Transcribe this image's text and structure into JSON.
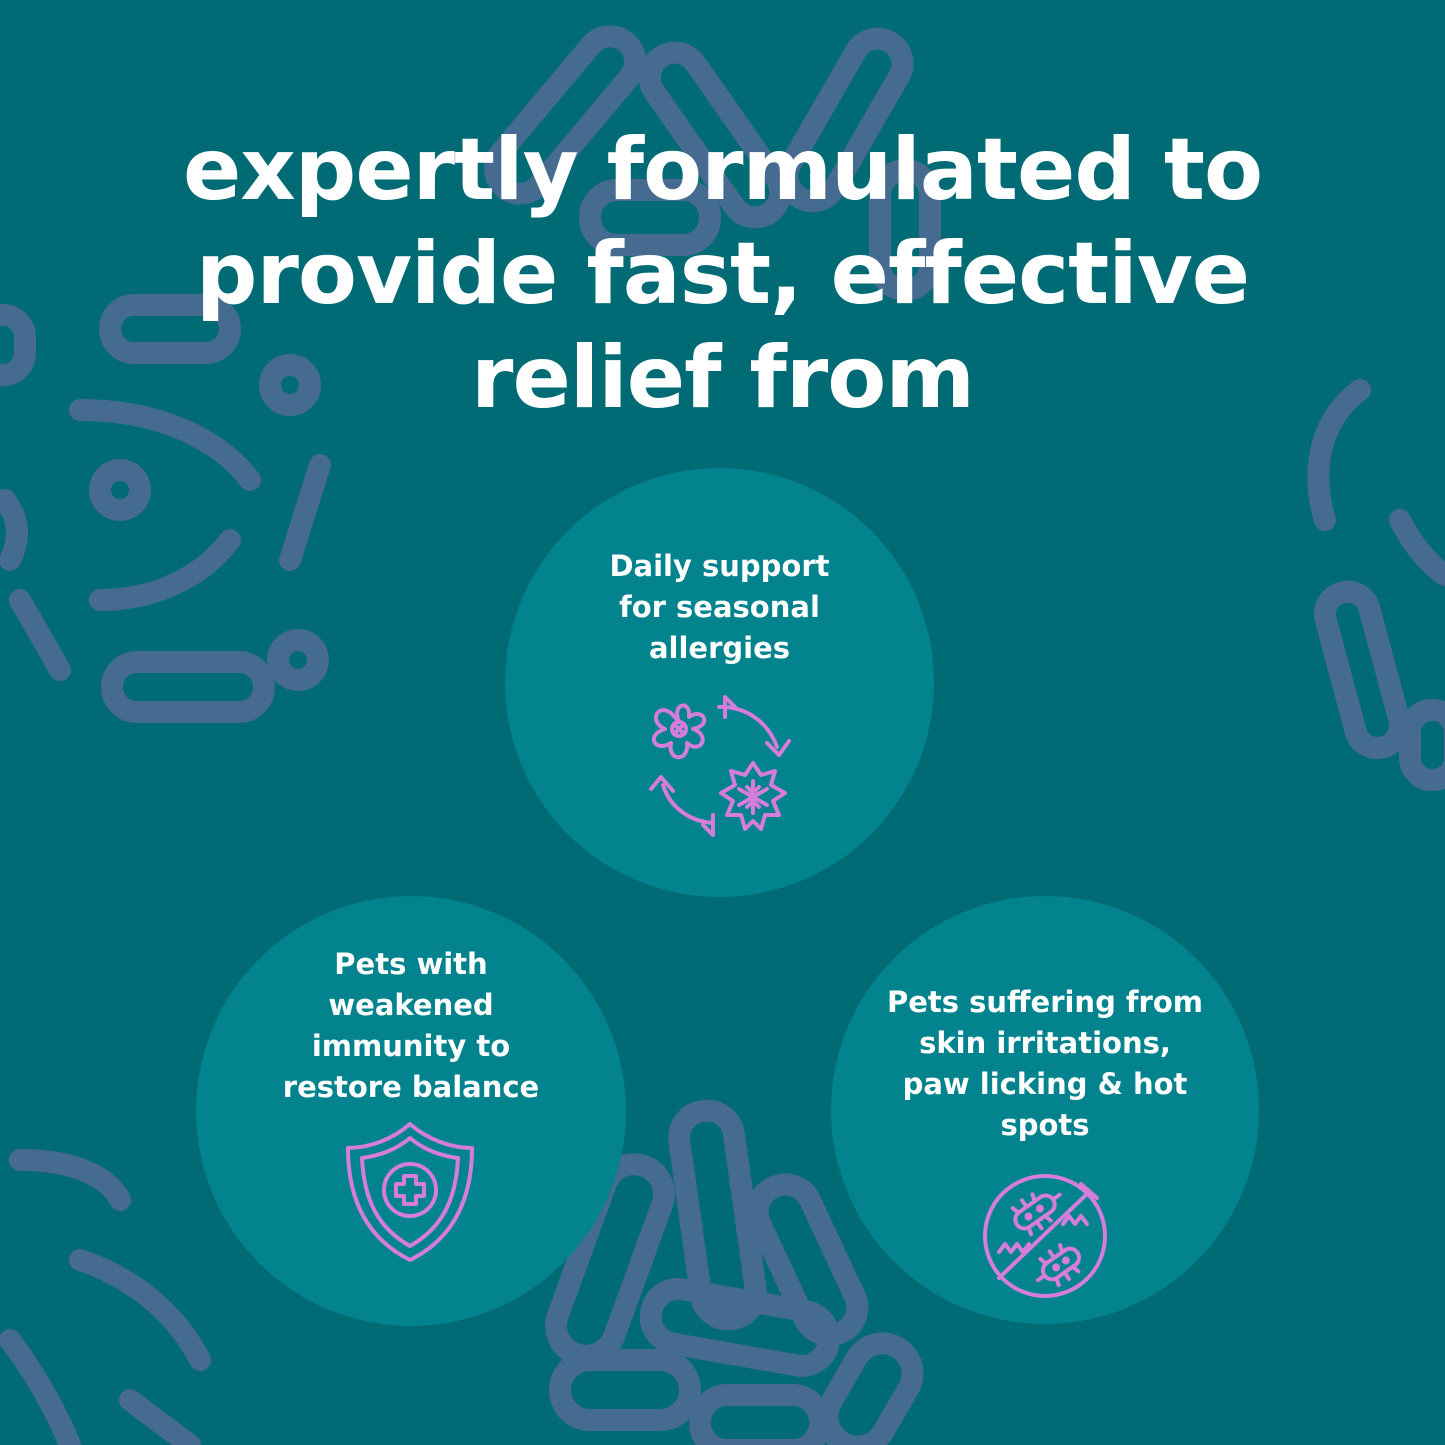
{
  "headline": {
    "lines": [
      "expertly formulated to",
      "provide fast, effective",
      "relief from"
    ]
  },
  "benefits": [
    {
      "lines": [
        "Daily support",
        "for seasonal",
        "allergies"
      ],
      "icon": "seasons-cycle-icon"
    },
    {
      "lines": [
        "Pets with",
        "weakened",
        "immunity to",
        "restore balance"
      ],
      "icon": "health-shield-icon"
    },
    {
      "lines": [
        "Pets suffering from",
        "skin irritations,",
        "paw licking & hot",
        "spots"
      ],
      "icon": "no-bacteria-icon"
    }
  ],
  "colors": {
    "background": "#006b74",
    "circle": "#02838e",
    "pattern": "#4d6b93",
    "icon": "#d67ddb",
    "text": "#ffffff"
  }
}
